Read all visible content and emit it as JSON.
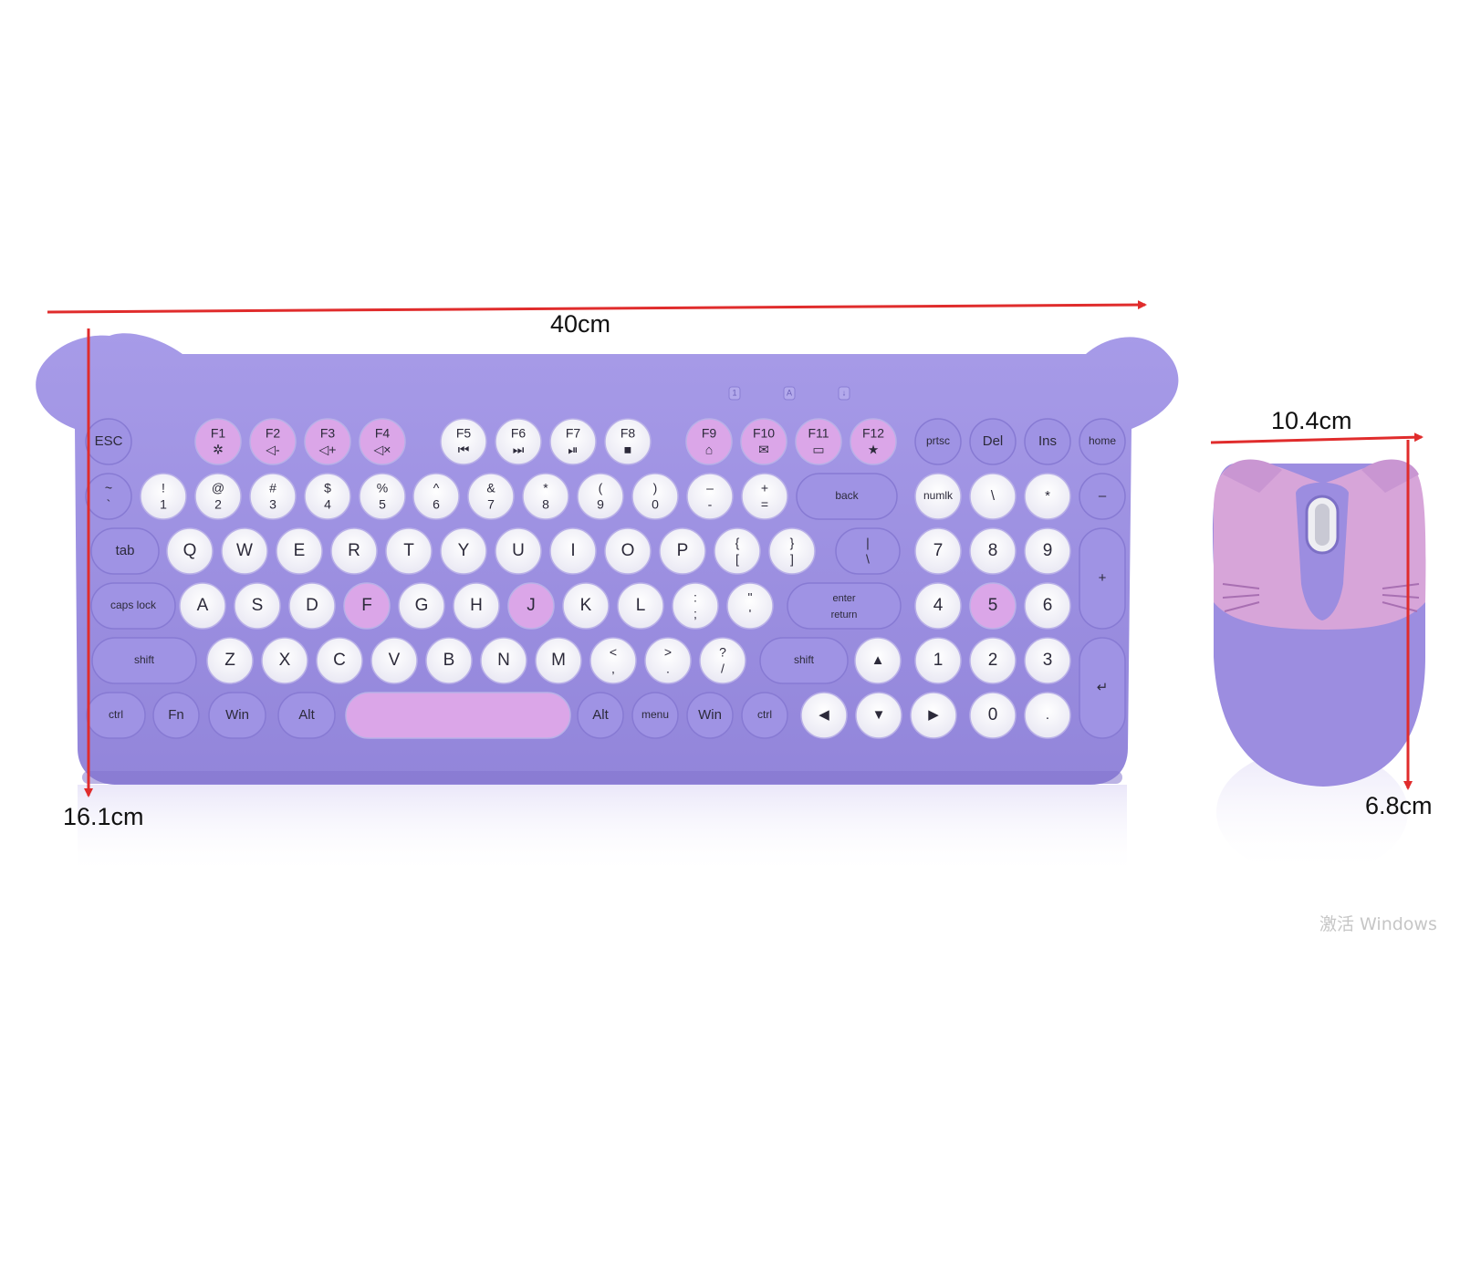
{
  "dimensions": {
    "keyboard_width": "40cm",
    "keyboard_height": "16.1cm",
    "mouse_width": "10.4cm",
    "mouse_height": "6.8cm"
  },
  "watermark": "激活 Windows",
  "colors": {
    "body": "#9b8fe0",
    "body_dark": "#8477d0",
    "key_white": "#f9f9fc",
    "key_pink": "#dba6e8",
    "key_purple": "#9f93e4",
    "arrow": "#e02c2c",
    "mouse_top": "#d7a5d9",
    "mouse_body": "#9c8de0"
  },
  "keyboard": {
    "indicators": [
      "1",
      "A",
      "↓"
    ],
    "rows": [
      [
        {
          "t": "ESC",
          "c": "purple"
        },
        {
          "t": "F1",
          "s": "✲",
          "c": "pink"
        },
        {
          "t": "F2",
          "s": "◁-",
          "c": "pink"
        },
        {
          "t": "F3",
          "s": "◁+",
          "c": "pink"
        },
        {
          "t": "F4",
          "s": "◁×",
          "c": "pink"
        },
        {
          "t": "F5",
          "s": "⏮",
          "c": "white"
        },
        {
          "t": "F6",
          "s": "⏭",
          "c": "white"
        },
        {
          "t": "F7",
          "s": "⏯",
          "c": "white"
        },
        {
          "t": "F8",
          "s": "■",
          "c": "white"
        },
        {
          "t": "F9",
          "s": "⌂",
          "c": "pink"
        },
        {
          "t": "F10",
          "s": "✉",
          "c": "pink"
        },
        {
          "t": "F11",
          "s": "▭",
          "c": "pink"
        },
        {
          "t": "F12",
          "s": "★",
          "c": "pink"
        },
        {
          "t": "prtsc",
          "c": "purple"
        },
        {
          "t": "Del",
          "c": "purple"
        },
        {
          "t": "Ins",
          "c": "purple"
        },
        {
          "t": "home",
          "c": "purple"
        }
      ],
      [
        {
          "t": "~",
          "s": "`",
          "c": "purple"
        },
        {
          "t": "!",
          "s": "1",
          "c": "white"
        },
        {
          "t": "@",
          "s": "2",
          "c": "white"
        },
        {
          "t": "#",
          "s": "3",
          "c": "white"
        },
        {
          "t": "$",
          "s": "4",
          "c": "white"
        },
        {
          "t": "%",
          "s": "5",
          "c": "white"
        },
        {
          "t": "^",
          "s": "6",
          "c": "white"
        },
        {
          "t": "&",
          "s": "7",
          "c": "white"
        },
        {
          "t": "*",
          "s": "8",
          "c": "white"
        },
        {
          "t": "(",
          "s": "9",
          "c": "white"
        },
        {
          "t": ")",
          "s": "0",
          "c": "white"
        },
        {
          "t": "–",
          "s": "-",
          "c": "white"
        },
        {
          "t": "+",
          "s": "=",
          "c": "white"
        },
        {
          "t": "back",
          "c": "purple"
        },
        {
          "t": "numlk",
          "c": "white"
        },
        {
          "t": "\\",
          "c": "white"
        },
        {
          "t": "*",
          "c": "white"
        },
        {
          "t": "–",
          "c": "purple"
        }
      ],
      [
        {
          "t": "tab",
          "c": "purple"
        },
        {
          "t": "Q",
          "c": "white"
        },
        {
          "t": "W",
          "c": "white"
        },
        {
          "t": "E",
          "c": "white"
        },
        {
          "t": "R",
          "c": "white"
        },
        {
          "t": "T",
          "c": "white"
        },
        {
          "t": "Y",
          "c": "white"
        },
        {
          "t": "U",
          "c": "white"
        },
        {
          "t": "I",
          "c": "white"
        },
        {
          "t": "O",
          "c": "white"
        },
        {
          "t": "P",
          "c": "white"
        },
        {
          "t": "{",
          "s": "[",
          "c": "white"
        },
        {
          "t": "}",
          "s": "]",
          "c": "white"
        },
        {
          "t": "|",
          "s": "\\",
          "c": "purple"
        },
        {
          "t": "7",
          "c": "white"
        },
        {
          "t": "8",
          "c": "white"
        },
        {
          "t": "9",
          "c": "white"
        },
        {
          "t": "+",
          "c": "purple"
        }
      ],
      [
        {
          "t": "caps lock",
          "c": "purple"
        },
        {
          "t": "A",
          "c": "white"
        },
        {
          "t": "S",
          "c": "white"
        },
        {
          "t": "D",
          "c": "white"
        },
        {
          "t": "F",
          "c": "pink"
        },
        {
          "t": "G",
          "c": "white"
        },
        {
          "t": "H",
          "c": "white"
        },
        {
          "t": "J",
          "c": "pink"
        },
        {
          "t": "K",
          "c": "white"
        },
        {
          "t": "L",
          "c": "white"
        },
        {
          "t": ":",
          "s": ";",
          "c": "white"
        },
        {
          "t": "\"",
          "s": "'",
          "c": "white"
        },
        {
          "t": "enter",
          "s": "return",
          "c": "purple"
        },
        {
          "t": "4",
          "c": "white"
        },
        {
          "t": "5",
          "c": "pink"
        },
        {
          "t": "6",
          "c": "white"
        }
      ],
      [
        {
          "t": "shift",
          "c": "purple"
        },
        {
          "t": "Z",
          "c": "white"
        },
        {
          "t": "X",
          "c": "white"
        },
        {
          "t": "C",
          "c": "white"
        },
        {
          "t": "V",
          "c": "white"
        },
        {
          "t": "B",
          "c": "white"
        },
        {
          "t": "N",
          "c": "white"
        },
        {
          "t": "M",
          "c": "white"
        },
        {
          "t": "<",
          "s": ",",
          "c": "white"
        },
        {
          "t": ">",
          "s": ".",
          "c": "white"
        },
        {
          "t": "?",
          "s": "/",
          "c": "white"
        },
        {
          "t": "shift",
          "c": "purple"
        },
        {
          "t": "▲",
          "c": "white"
        },
        {
          "t": "1",
          "c": "white"
        },
        {
          "t": "2",
          "c": "white"
        },
        {
          "t": "3",
          "c": "white"
        },
        {
          "t": "↵",
          "c": "purple"
        }
      ],
      [
        {
          "t": "ctrl",
          "c": "purple"
        },
        {
          "t": "Fn",
          "c": "purple"
        },
        {
          "t": "Win",
          "c": "purple"
        },
        {
          "t": "Alt",
          "c": "purple"
        },
        {
          "t": "",
          "c": "pink"
        },
        {
          "t": "Alt",
          "c": "purple"
        },
        {
          "t": "menu",
          "c": "purple"
        },
        {
          "t": "Win",
          "c": "purple"
        },
        {
          "t": "ctrl",
          "c": "purple"
        },
        {
          "t": "◀",
          "c": "white"
        },
        {
          "t": "▼",
          "c": "white"
        },
        {
          "t": "▶",
          "c": "white"
        },
        {
          "t": "0",
          "c": "white"
        },
        {
          "t": ".",
          "c": "white"
        }
      ]
    ]
  }
}
